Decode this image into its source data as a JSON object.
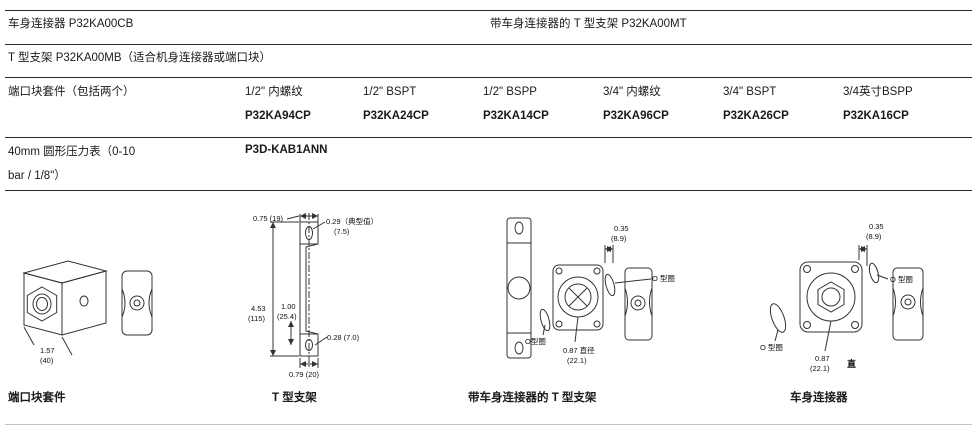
{
  "table": {
    "row1_left": "车身连接器 P32KA00CB",
    "row1_right": "带车身连接器的 T 型支架 P32KA00MT",
    "row2": "T 型支架 P32KA00MB（适合机身连接器或端口块）",
    "row3_label": "端口块套件（包括两个）",
    "row3_columns": [
      {
        "type": "1/2\" 内螺纹",
        "part": "P32KA94CP"
      },
      {
        "type": "1/2\" BSPT",
        "part": "P32KA24CP"
      },
      {
        "type": "1/2\" BSPP",
        "part": "P32KA14CP"
      },
      {
        "type": "3/4\" 内螺纹",
        "part": "P32KA96CP"
      },
      {
        "type": "3/4\" BSPT",
        "part": "P32KA26CP"
      },
      {
        "type": "3/4英寸BSPP",
        "part": "P32KA16CP"
      }
    ],
    "row4_label_line1": "40mm 圆形压力表（0-10",
    "row4_label_line2": "bar / 1/8\"）",
    "row4_part": "P3D-KAB1ANN"
  },
  "drawings": {
    "port_block": {
      "caption": "端口块套件",
      "dim_in": "1.57",
      "dim_mm": "(40)"
    },
    "t_bracket": {
      "caption": "T 型支架",
      "dim_top": "0.75 (19)",
      "dim_hole": "0.29（典型值）",
      "dim_hole_mm": "(7.5)",
      "dim_mid_in": "1.00",
      "dim_mid_mm": "(25.4)",
      "dim_height_in": "4.53",
      "dim_height_mm": "(115)",
      "dim_bot_hole": "0.28 (7.0)",
      "dim_bot": "0.79 (20)"
    },
    "t_bracket_connector": {
      "caption": "带车身连接器的 T 型支架",
      "dim_top_in": "0.35",
      "dim_top_mm": "(8.9)",
      "oring_right": "O 型圈",
      "oring_left": "O型圈",
      "dim_dia": "0.87 直径",
      "dim_dia_mm": "(22.1)"
    },
    "body_connector": {
      "caption": "车身连接器",
      "dim_top_in": "0.35",
      "dim_top_mm": "(8.9)",
      "oring_right": "O 型圈",
      "oring_left": "O 型圈",
      "dim_dia_in": "0.87",
      "dim_dia_mm": "(22.1)",
      "dia_char": "直"
    }
  }
}
